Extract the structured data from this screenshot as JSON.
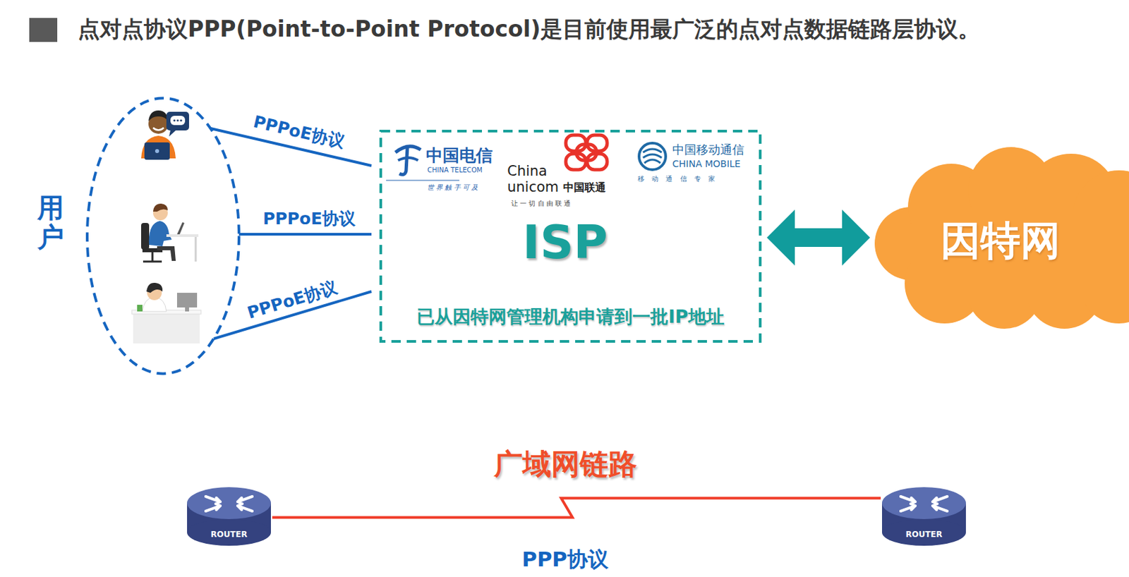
{
  "diagram": {
    "title": "点对点协议PPP(Point-to-Point Protocol)是目前使用最广泛的点对点数据链路层协议。",
    "nodes": [
      {
        "text": [
          "用户"
        ]
      },
      {
        "text": [
          "ISP",
          "已从因特网管理机构申请到一批IP地址"
        ]
      },
      {
        "text": [
          "因特网"
        ]
      },
      {
        "text": [
          "ROUTER"
        ]
      },
      {
        "text": [
          "ROUTER"
        ]
      }
    ],
    "edges": [
      {
        "from": 0,
        "to": 1,
        "arrow": "none",
        "label": "PPPoE协议"
      },
      {
        "from": 0,
        "to": 1,
        "arrow": "none",
        "label": "PPPoE协议"
      },
      {
        "from": 0,
        "to": 1,
        "arrow": "none",
        "label": "PPPoE协议"
      },
      {
        "from": 1,
        "to": 2,
        "arrow": "both"
      },
      {
        "from": 3,
        "to": 4,
        "arrow": "none",
        "label": "广域网链路"
      }
    ],
    "labels": [
      "中国电信",
      "CHINA TELECOM",
      "世 界 触 手 可 及",
      "China",
      "unicom",
      "中国联通",
      "让 一 切 自 由 联 通",
      "中国移动通信",
      "CHINA MOBILE",
      "移 动 通 信 专 家",
      "PPP协议"
    ]
  }
}
